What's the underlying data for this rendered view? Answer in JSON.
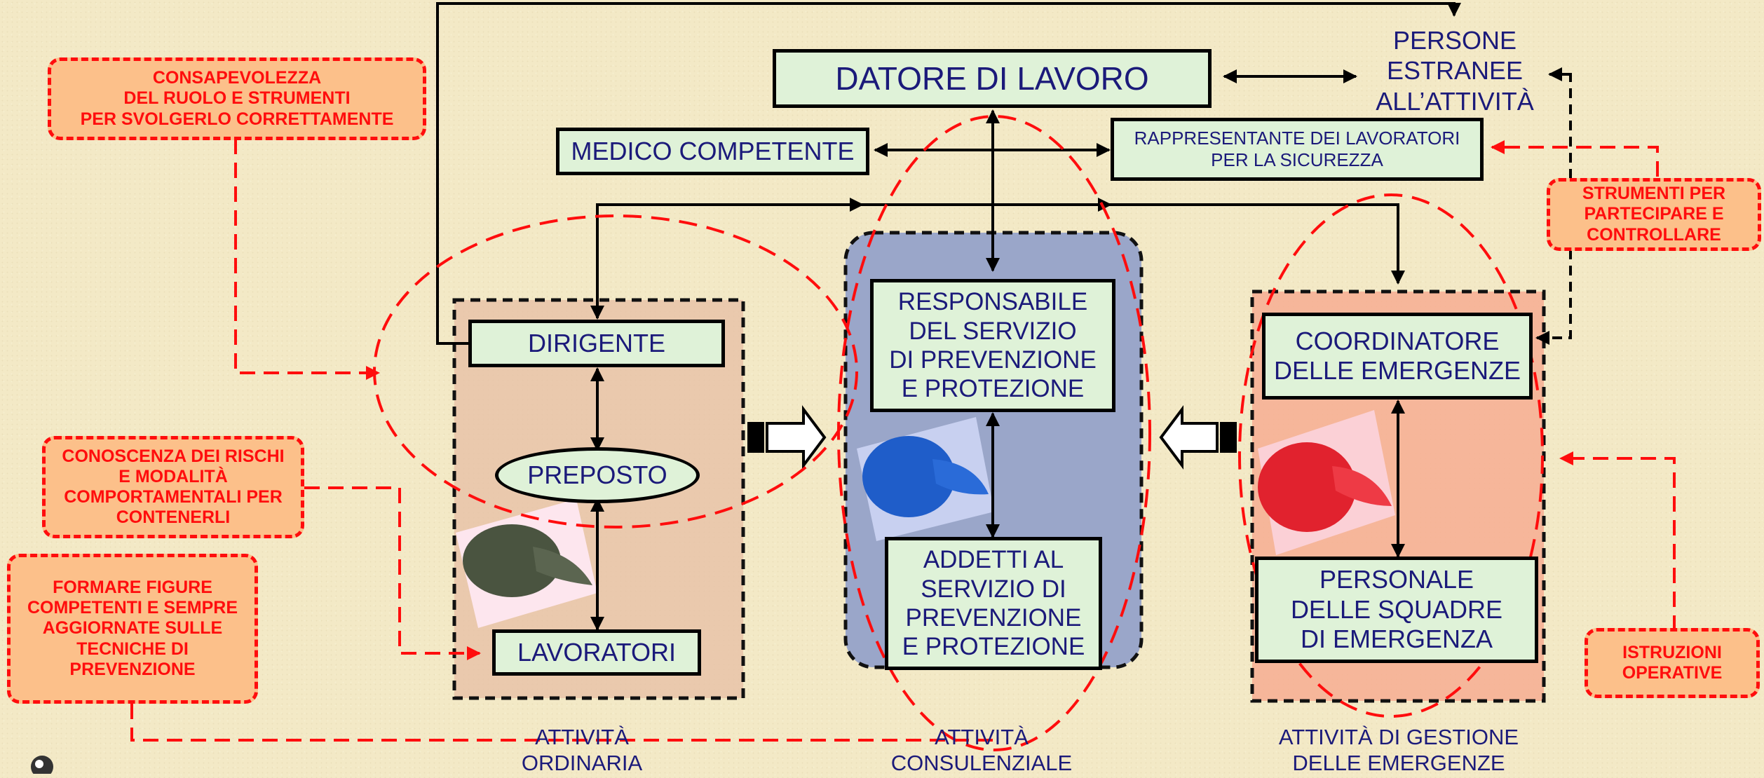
{
  "nodes": {
    "datore": "DATORE DI LAVORO",
    "persone_estranee": "PERSONE\nESTRANEE\nALL’ATTIVITÀ",
    "medico": "MEDICO COMPETENTE",
    "rls": "RAPPRESENTANTE DEI LAVORATORI\nPER LA SICUREZZA",
    "dirigente": "DIRIGENTE",
    "preposto": "PREPOSTO",
    "lavoratori": "LAVORATORI",
    "rspp": "RESPONSABILE\nDEL SERVIZIO\nDI PREVENZIONE\nE PROTEZIONE",
    "addetti": "ADDETTI AL\nSERVIZIO DI\nPREVENZIONE\nE PROTEZIONE",
    "coordinatore": "COORDINATORE\nDELLE EMERGENZE",
    "personale": "PERSONALE\nDELLE SQUADRE\nDI EMERGENZA"
  },
  "notes": {
    "consapevolezza": "CONSAPEVOLEZZA\nDEL RUOLO E STRUMENTI\nPER SVOLGERLO CORRETTAMENTE",
    "conoscenza": "CONOSCENZA DEI RISCHI\nE MODALITÀ\nCOMPORTAMENTALI PER\nCONTENERLI",
    "formare": "FORMARE FIGURE\nCOMPETENTI E SEMPRE\nAGGIORNATE SULLE\nTECNICHE DI\nPREVENZIONE",
    "strumenti": "STRUMENTI PER\nPARTECIPARE E\nCONTROLLARE",
    "istruzioni": "ISTRUZIONI\nOPERATIVE"
  },
  "captions": {
    "ordinaria": "ATTIVITÀ\nORDINARIA",
    "consulenziale": "ATTIVITÀ\nCONSULENZIALE",
    "emergenze": "ATTIVITÀ DI GESTIONE\nDELLE EMERGENZE"
  },
  "colors": {
    "box_fill": "#dff2d8",
    "text": "#1b1a7a",
    "note_fill": "#fcc08a",
    "note_red": "#ff0d0d",
    "panel_ordinaria": "#e8c3a8",
    "panel_consulenziale": "#9aa6c9",
    "panel_emergenze": "#f6b095"
  },
  "icons": [
    "cap-green-icon",
    "cap-blue-icon",
    "cap-red-icon",
    "hollow-arrow-icon",
    "logo-icon"
  ]
}
